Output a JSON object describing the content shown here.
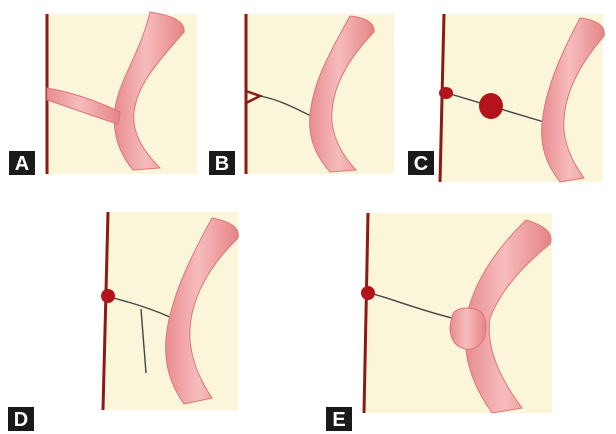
{
  "panels": [
    {
      "id": "A",
      "label": "A"
    },
    {
      "id": "B",
      "label": "B"
    },
    {
      "id": "C",
      "label": "C"
    },
    {
      "id": "D",
      "label": "D"
    },
    {
      "id": "E",
      "label": "E"
    }
  ],
  "colors": {
    "background_panel": "#fbf5d9",
    "wall_line": "#8b1a10",
    "vessel_fill": "#ef9a9a",
    "vessel_highlight": "#f8c4c4",
    "vessel_edge": "#d9777a",
    "nodule": "#b3141b",
    "thread": "#444444",
    "label_box": "#1a1a1a",
    "label_text": "#ffffff"
  }
}
